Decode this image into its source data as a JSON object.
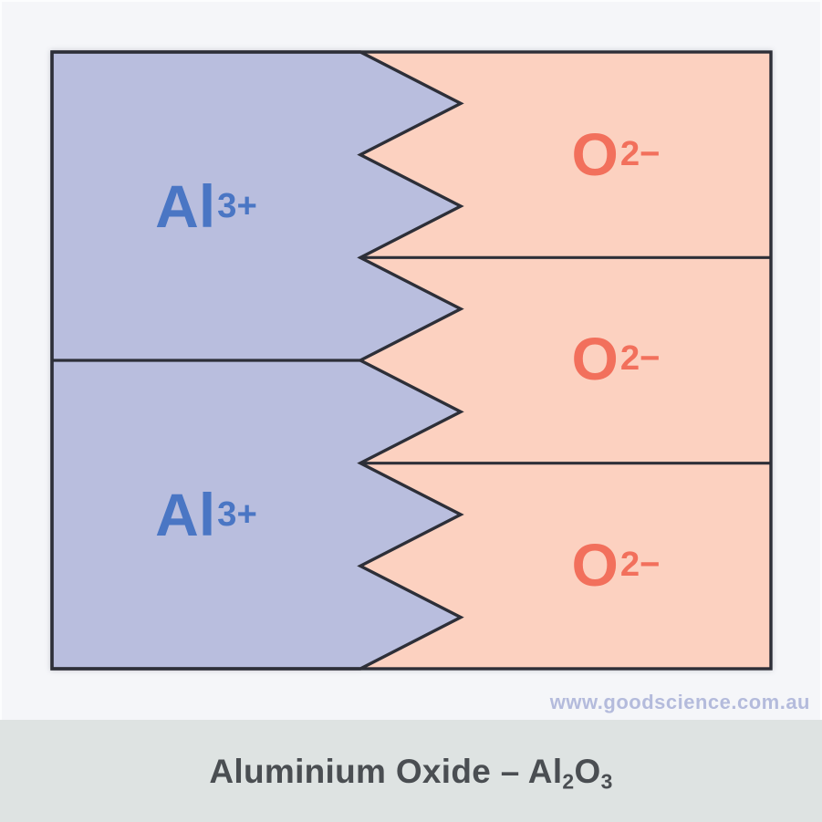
{
  "page": {
    "background_color": "#f5f6f9",
    "watermark_text": "www.goodscience.com.au",
    "watermark_color": "#b4bbdc"
  },
  "banner": {
    "background_color": "#dee3e2",
    "text_color": "#4a4e52",
    "title_prefix": "Aluminium Oxide – Al",
    "subscript_a": "2",
    "title_mid": "O",
    "subscript_b": "3"
  },
  "diagram": {
    "outline_color": "#2d2f38",
    "cation": {
      "symbol": "Al",
      "charge": "3+",
      "fill_color": "#b9bede",
      "text_color": "#4a76c4",
      "region_count": 2
    },
    "anion": {
      "symbol": "O",
      "charge": "2−",
      "fill_color": "#fcd1c0",
      "text_color": "#f2705c",
      "region_count": 3
    }
  }
}
